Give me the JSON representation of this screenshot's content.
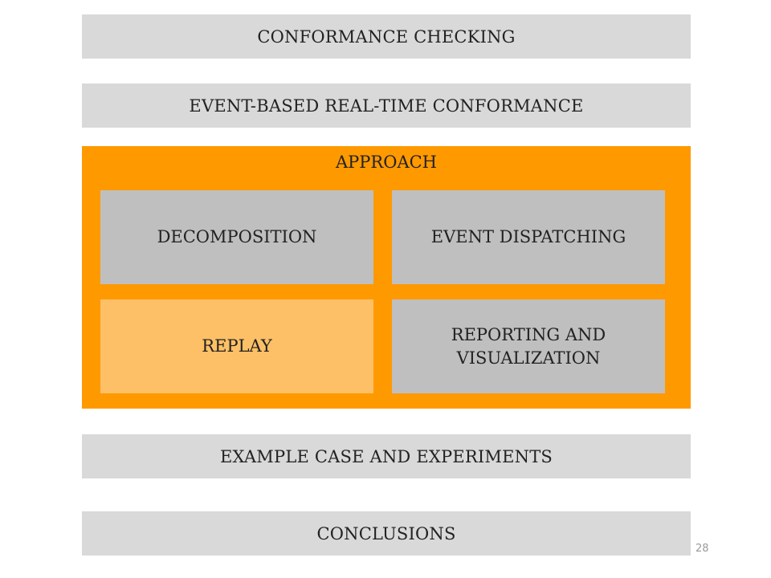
{
  "sections": {
    "conformance_checking": "CONFORMANCE CHECKING",
    "event_based": "EVENT-BASED REAL-TIME CONFORMANCE",
    "example_case": "EXAMPLE CASE AND EXPERIMENTS",
    "conclusions": "CONCLUSIONS"
  },
  "approach": {
    "title": "APPROACH",
    "decomposition": "DECOMPOSITION",
    "event_dispatching": "EVENT DISPATCHING",
    "replay": "REPLAY",
    "reporting": "REPORTING AND VISUALIZATION"
  },
  "page_number": "28",
  "colors": {
    "section_bar": "#d9d9d9",
    "approach_bg": "#ff9900",
    "component_box": "#bfbfbf",
    "highlight_box": "#fdc066"
  }
}
